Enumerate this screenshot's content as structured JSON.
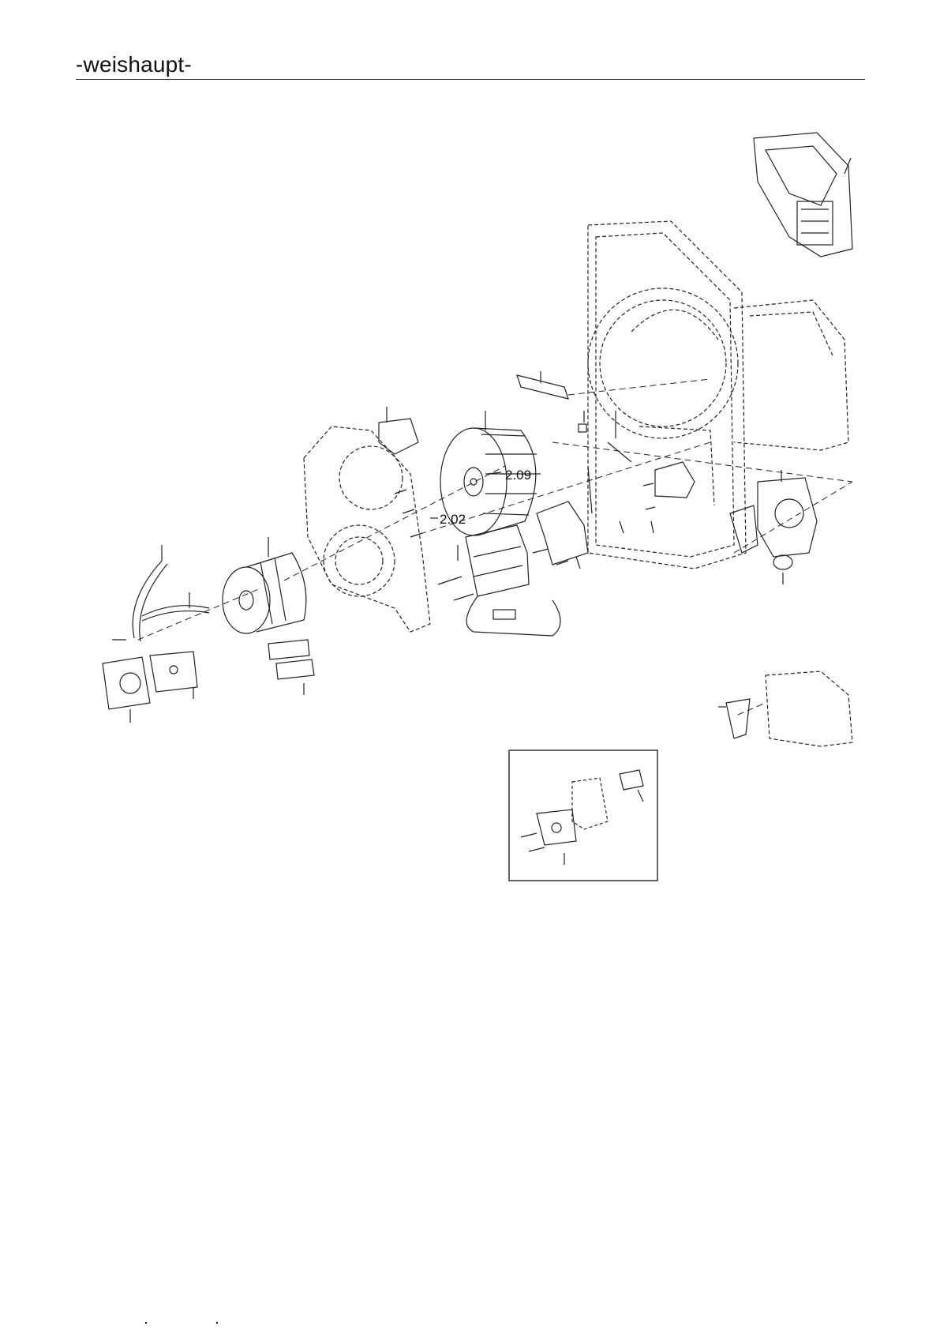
{
  "header": {
    "brand": "-weishaupt-"
  },
  "diagram": {
    "callouts": [
      {
        "id": "c1",
        "text": "2.09"
      },
      {
        "id": "c2",
        "text": "2.02"
      }
    ]
  },
  "footer": {
    "marks": [
      ".",
      "."
    ]
  }
}
